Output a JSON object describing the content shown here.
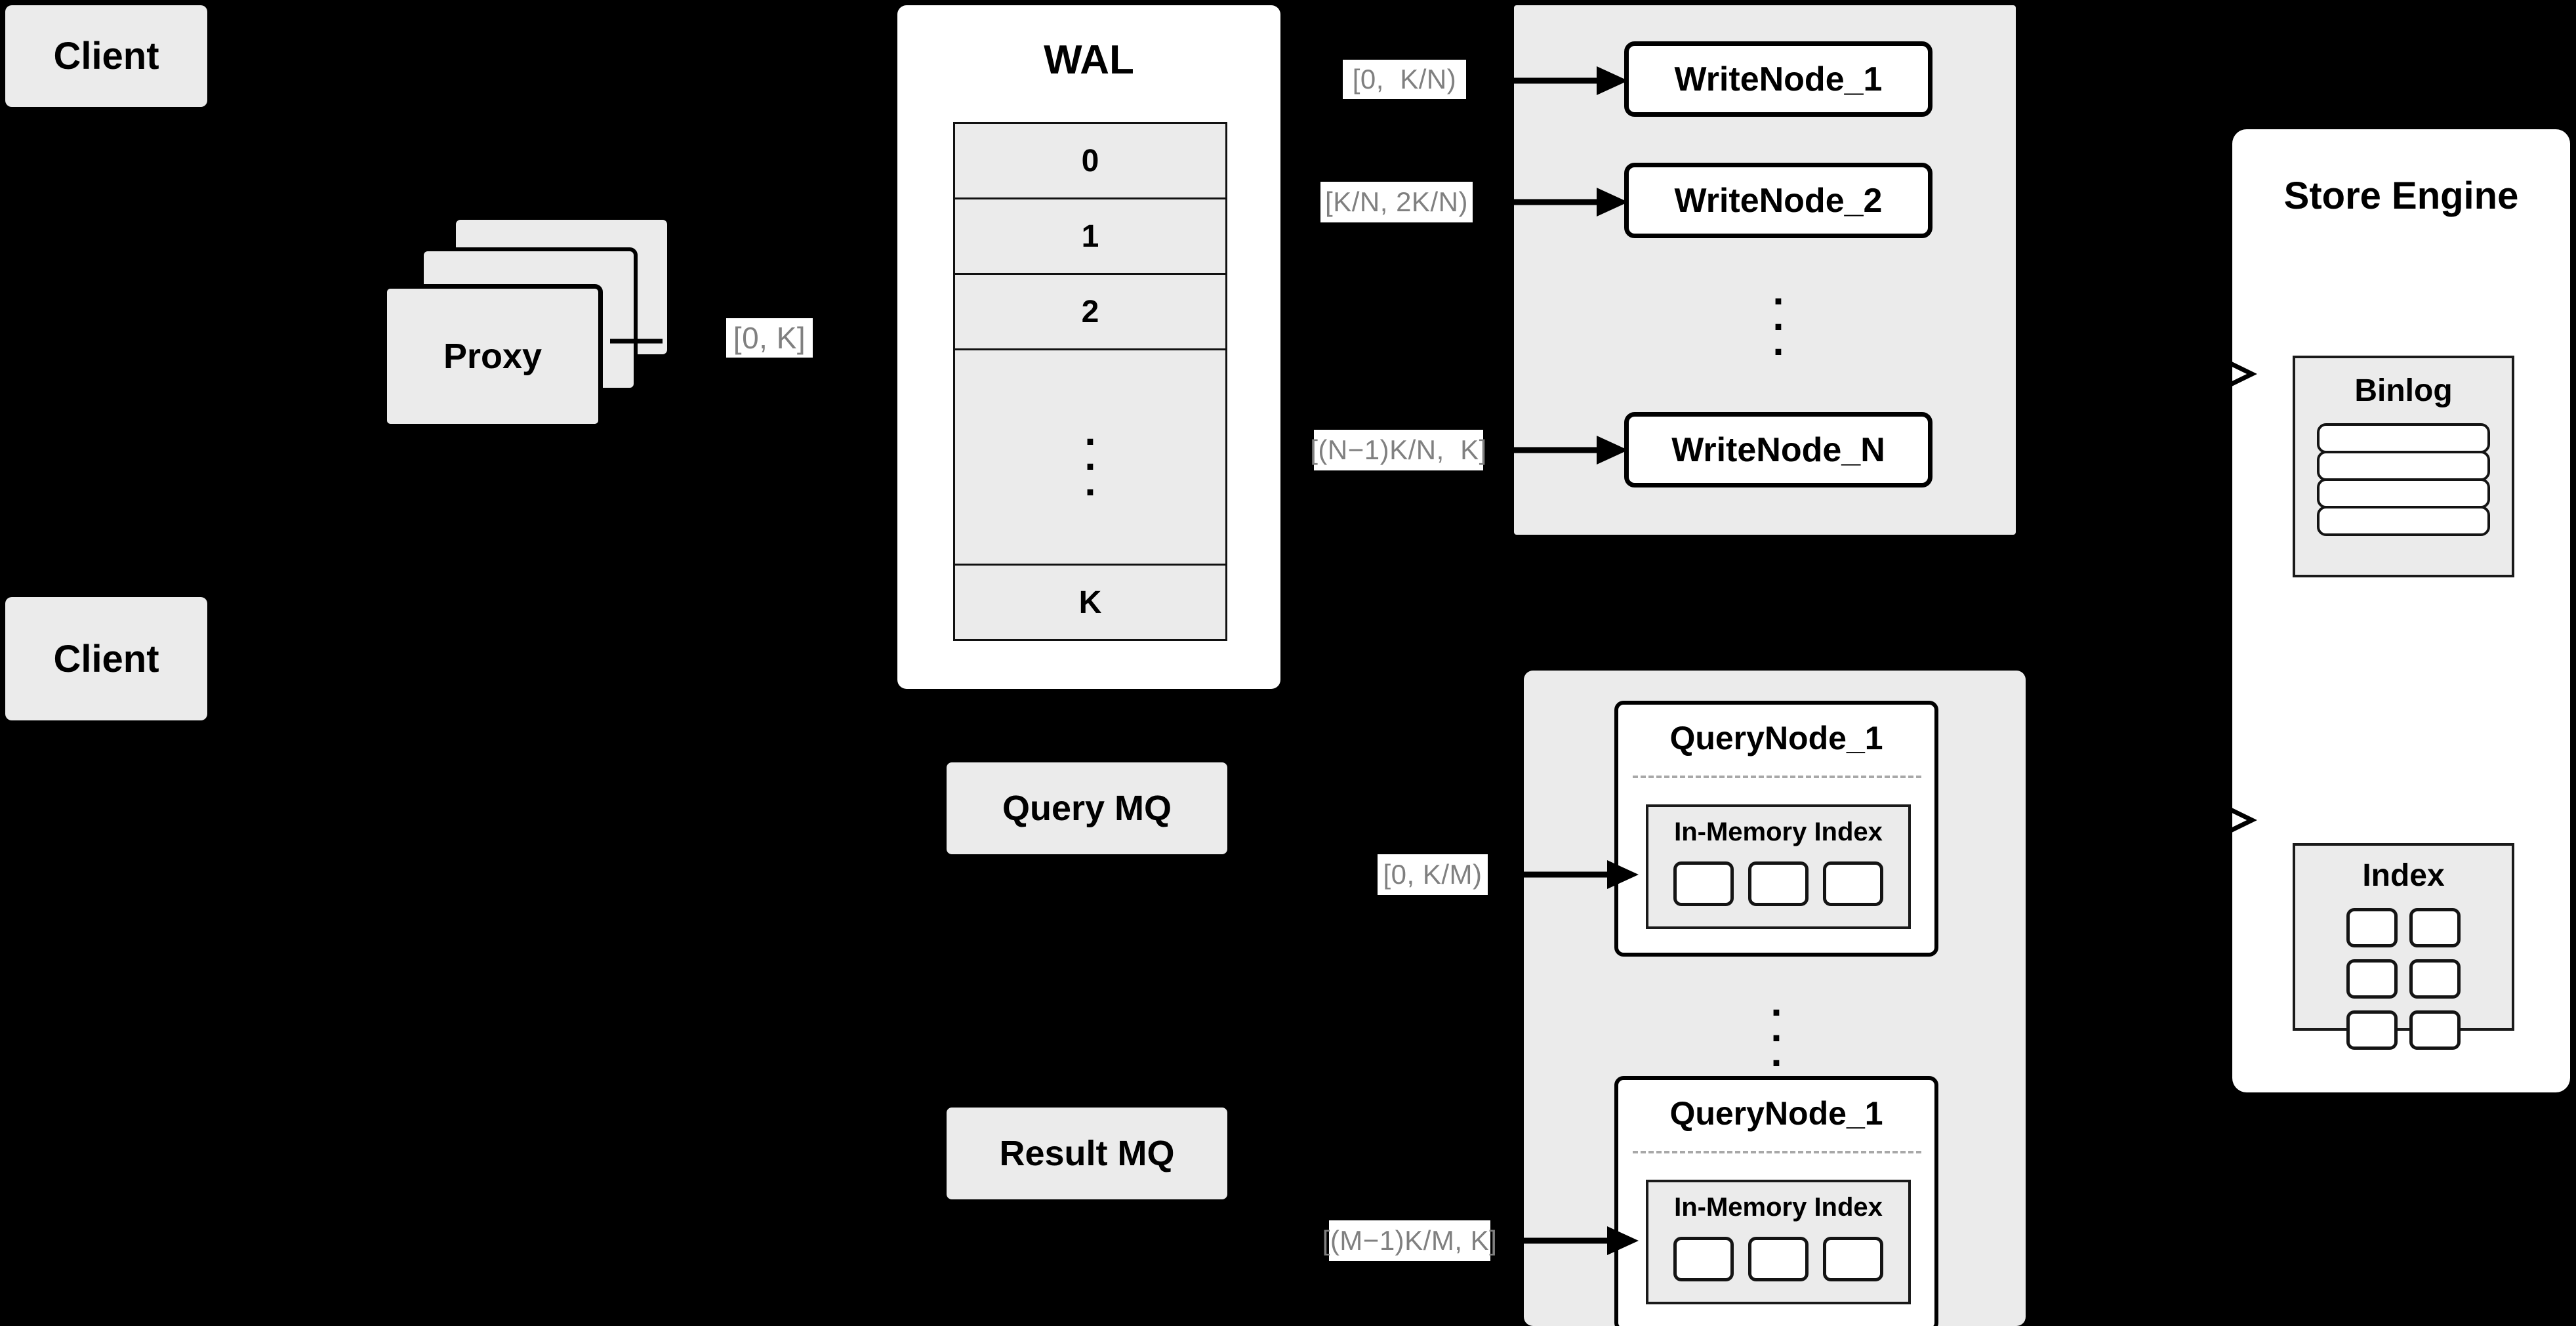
{
  "diagram": {
    "title": "Distributed Vector Database Write/Query Architecture",
    "background_color": "#000000",
    "node_fill": "#ebebeb",
    "panel_fill": "#ffffff",
    "label_text_color": "#808080",
    "stroke_color": "#000000"
  },
  "clients": [
    {
      "label": "Client"
    },
    {
      "label": "Client"
    }
  ],
  "proxy": {
    "label": "Proxy",
    "stack_count": 3,
    "range_label": "[0, K]"
  },
  "wal": {
    "title": "WAL",
    "rows": [
      "0",
      "1",
      "2",
      "",
      "K"
    ],
    "ellipsis": "."
  },
  "queues": [
    {
      "label": "Query MQ"
    },
    {
      "label": "Result MQ"
    }
  ],
  "write_cluster": {
    "nodes": [
      {
        "label": "WriteNode_1",
        "range_label": "[0,  K/N)"
      },
      {
        "label": "WriteNode_2",
        "range_label": "[K/N, 2K/N)"
      },
      {
        "label": "WriteNode_N",
        "range_label": "[(N−1)K/N,  K]"
      }
    ],
    "ellipsis": "."
  },
  "query_cluster": {
    "nodes": [
      {
        "label": "QueryNode_1",
        "range_label": "[0, K/M)",
        "inner": {
          "title": "In-Memory Index",
          "segment_count": 3
        }
      },
      {
        "label": "QueryNode_1",
        "range_label": "[(M−1)K/M, K]",
        "inner": {
          "title": "In-Memory Index",
          "segment_count": 3
        }
      }
    ],
    "ellipsis": "."
  },
  "store_engine": {
    "title": "Store Engine",
    "binlog": {
      "title": "Binlog",
      "entry_count": 4
    },
    "index": {
      "title": "Index",
      "entry_count": 6
    }
  }
}
